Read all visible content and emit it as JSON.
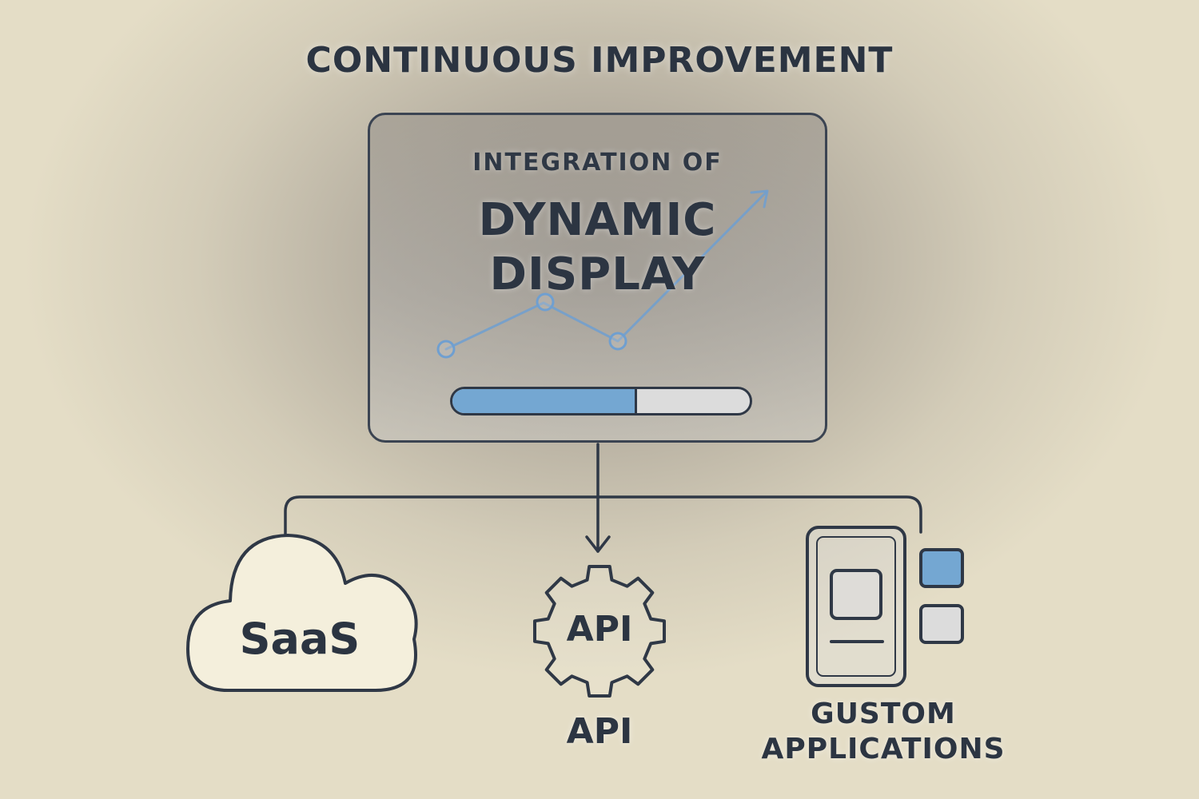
{
  "title": "CONTINUOUS IMPROVEMENT",
  "display": {
    "subtitle": "INTEGRATION OF",
    "heading_line1": "DYNAMIC",
    "heading_line2": "DISPLAY",
    "progress": 0.62
  },
  "nodes": {
    "saas": {
      "label": "SaaS"
    },
    "api": {
      "gear_label": "API",
      "label": "API"
    },
    "custom": {
      "label_line1": "GUSTOM",
      "label_line2": "APPLICATIONS"
    }
  },
  "colors": {
    "outline": "#2f3846",
    "accent_blue": "#74a7d2",
    "light_fill": "#dcdcdc",
    "cloud_fill": "#f4efdc"
  },
  "icons": [
    "trend-line-icon",
    "cloud-icon",
    "gear-icon",
    "mobile-app-icon",
    "arrow-down-icon"
  ]
}
